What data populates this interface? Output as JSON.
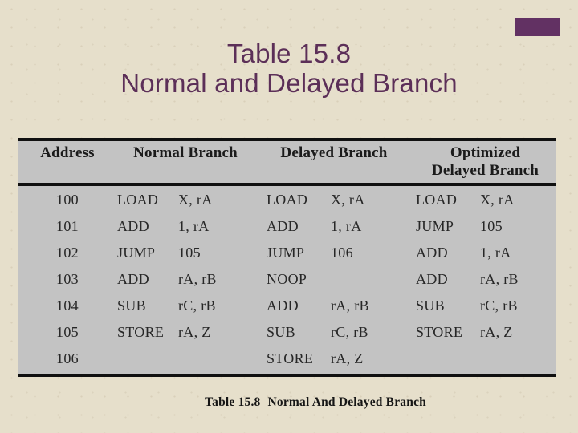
{
  "slide": {
    "title_line1": "Table 15.8",
    "title_line2": "Normal and Delayed Branch"
  },
  "table": {
    "headers": {
      "address": "Address",
      "normal": "Normal Branch",
      "delayed": "Delayed Branch",
      "optimized_line1": "Optimized",
      "optimized_line2": "Delayed Branch"
    },
    "rows": [
      {
        "address": "100",
        "normal_op": "LOAD",
        "normal_arg": "X, rA",
        "delayed_op": "LOAD",
        "delayed_arg": "X, rA",
        "optimized_op": "LOAD",
        "optimized_arg": "X, rA"
      },
      {
        "address": "101",
        "normal_op": "ADD",
        "normal_arg": "1, rA",
        "delayed_op": "ADD",
        "delayed_arg": "1, rA",
        "optimized_op": "JUMP",
        "optimized_arg": "105"
      },
      {
        "address": "102",
        "normal_op": "JUMP",
        "normal_arg": "105",
        "delayed_op": "JUMP",
        "delayed_arg": "106",
        "optimized_op": "ADD",
        "optimized_arg": "1, rA"
      },
      {
        "address": "103",
        "normal_op": "ADD",
        "normal_arg": "rA, rB",
        "delayed_op": "NOOP",
        "delayed_arg": "",
        "optimized_op": "ADD",
        "optimized_arg": "rA, rB"
      },
      {
        "address": "104",
        "normal_op": "SUB",
        "normal_arg": "rC, rB",
        "delayed_op": "ADD",
        "delayed_arg": "rA, rB",
        "optimized_op": "SUB",
        "optimized_arg": "rC, rB"
      },
      {
        "address": "105",
        "normal_op": "STORE",
        "normal_arg": "rA, Z",
        "delayed_op": "SUB",
        "delayed_arg": "rC, rB",
        "optimized_op": "STORE",
        "optimized_arg": "rA, Z"
      },
      {
        "address": "106",
        "normal_op": "",
        "normal_arg": "",
        "delayed_op": "STORE",
        "delayed_arg": "rA, Z",
        "optimized_op": "",
        "optimized_arg": ""
      }
    ]
  },
  "caption": {
    "label": "Table 15.8",
    "text": "Normal And Delayed Branch"
  },
  "colors": {
    "background": "#E6DFCB",
    "title": "#5C2F58",
    "accent_rect": "#623163",
    "table_background": "#C3C3C3",
    "table_border": "#101010"
  }
}
